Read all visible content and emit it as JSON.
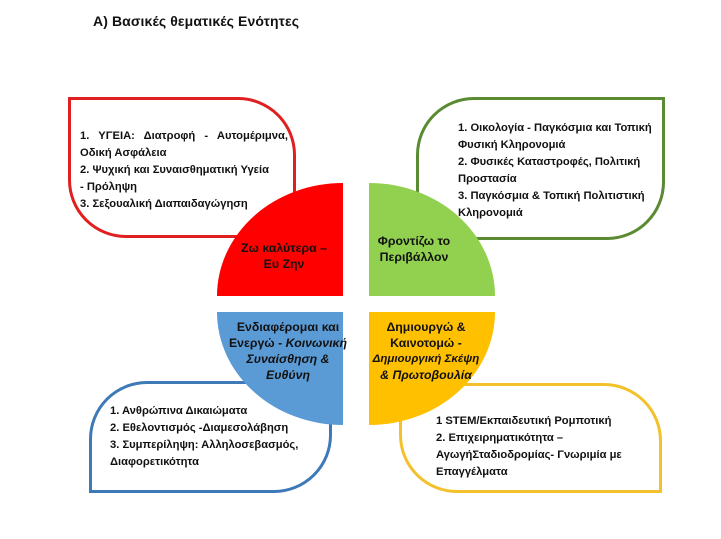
{
  "title": "Α) Βασικές θεματικές Ενότητες",
  "quadrants": {
    "red": {
      "color": "#ff0000",
      "label_lines": [
        "Ζω καλύτερα –",
        "Ευ Ζην"
      ],
      "items": [
        "1. ΥΓΕΙΑ: Διατροφή - Αυτομέριμνα,",
        "Οδική Ασφάλεια",
        "2. Ψυχική και Συναισθηματική Υγεία",
        "- Πρόληψη",
        "3. Σεξουαλική Διαπαιδαγώγηση"
      ]
    },
    "green": {
      "color": "#92d050",
      "label_lines": [
        "Φροντίζω το",
        "Περιβάλλον"
      ],
      "items": [
        "1. Οικολογία - Παγκόσμια και Τοπική",
        "Φυσική Κληρονομιά",
        "2. Φυσικές Καταστροφές, Πολιτική",
        "Προστασία",
        "3. Παγκόσμια & Τοπική Πολιτιστική",
        "Κληρονομιά"
      ]
    },
    "blue": {
      "color": "#5b9bd5",
      "label_lines": [
        "Ενδιαφέρομαι και",
        "Ενεργώ - ",
        "Κοινωνική",
        "Συναίσθηση &",
        "Ευθύνη"
      ],
      "items": [
        "1. Ανθρώπινα Δικαιώματα",
        "2. Εθελοντισμός -Διαμεσολάβηση",
        "3. Συμπερίληψη: Αλληλοσεβασμός,",
        "Διαφορετικότητα"
      ]
    },
    "yellow": {
      "color": "#ffc000",
      "label_lines": [
        "Δημιουργώ &",
        "Καινοτομώ -",
        "Δημιουργική Σκέψη",
        "& Πρωτοβουλία"
      ],
      "items": [
        "1 STEM/Εκπαιδευτική Ρομποτική",
        "2. Επιχειρηματικότητα –",
        "ΑγωγήΣταδιοδρομίας- Γνωριμία με",
        "Επαγγέλματα"
      ]
    }
  }
}
